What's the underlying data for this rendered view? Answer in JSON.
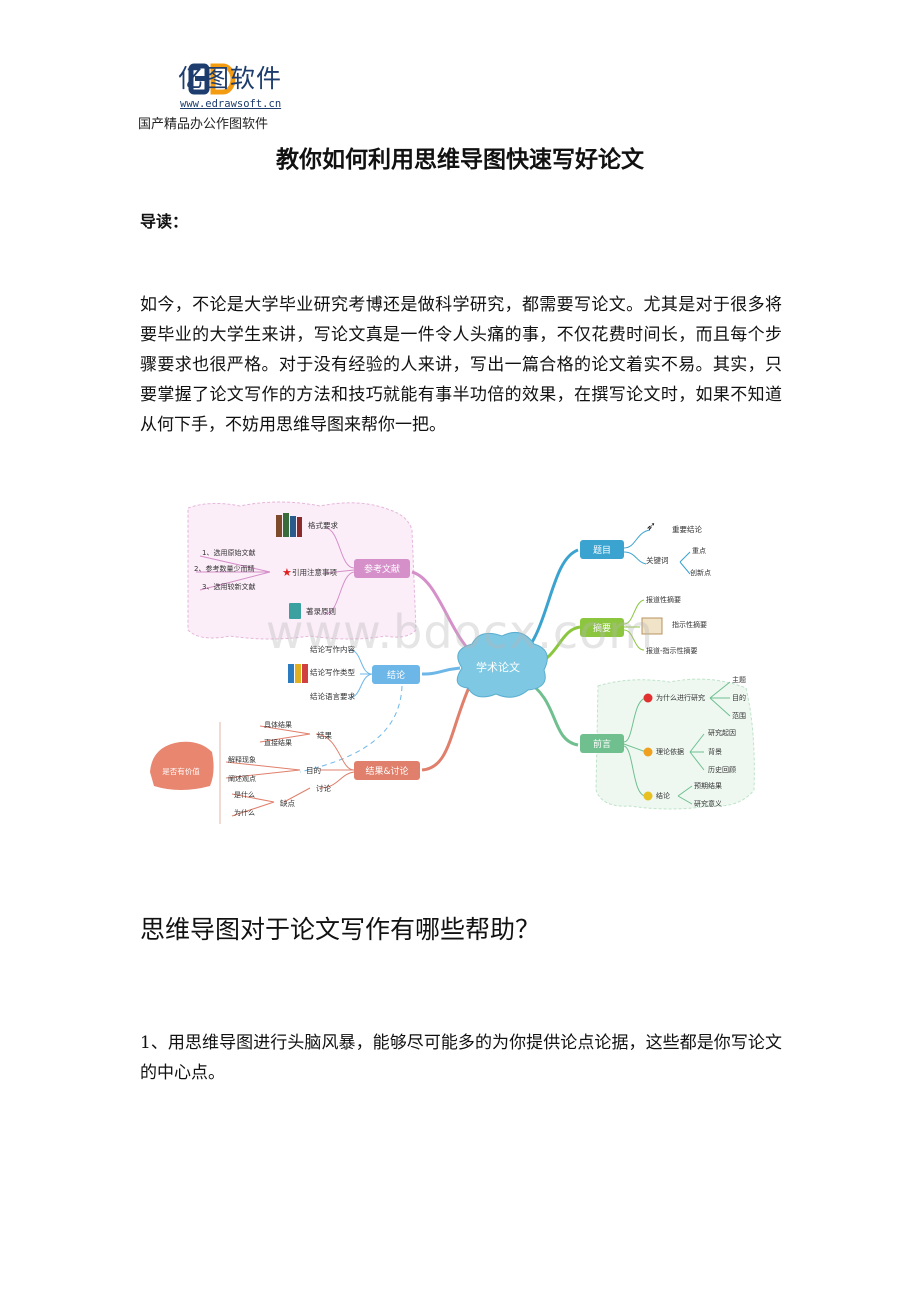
{
  "header": {
    "logo_mark": "ED",
    "brand": "亿图软件",
    "url": "www.edrawsoft.cn",
    "tagline": "国产精品办公作图软件"
  },
  "title": "教你如何利用思维导图快速写好论文",
  "intro_label": "导读：",
  "intro_paragraph": "如今，不论是大学毕业研究考博还是做科学研究，都需要写论文。尤其是对于很多将要毕业的大学生来讲，写论文真是一件令人头痛的事，不仅花费时间长，而且每个步骤要求也很严格。对于没有经验的人来讲，写出一篇合格的论文着实不易。其实，只要掌握了论文写作的方法和技巧就能有事半功倍的效果，在撰写论文时，如果不知道从何下手，不妨用思维导图来帮你一把。",
  "watermark": "www.bdocx.com",
  "mindmap": {
    "center": "学术论文",
    "ref": {
      "label": "参考文献",
      "format": "格式要求",
      "cite": "引用注意事项",
      "cite_items": [
        "1、选用原始文献",
        "2、参考数量少而精",
        "3、选用较新文献"
      ],
      "record": "著录原则"
    },
    "conclusion": {
      "label": "结论",
      "items": [
        "结论写作内容",
        "结论写作类型",
        "结论语言要求"
      ]
    },
    "results": {
      "label": "结果&讨论",
      "result": "结果",
      "result_items": [
        "具体结果",
        "直接结果"
      ],
      "purpose": "目的",
      "purpose_items": [
        "解释现象",
        "阐述观点"
      ],
      "discuss": "讨论",
      "defect": "缺点",
      "defect_items": [
        "是什么",
        "为什么"
      ],
      "value": "是否有价值"
    },
    "topic": {
      "label": "题目",
      "important": "重要结论",
      "keyword": "关键词",
      "keyword_items": [
        "重点",
        "创新点"
      ]
    },
    "abstract": {
      "label": "摘要",
      "items": [
        "报道性摘要",
        "指示性摘要",
        "报道-指示性摘要"
      ]
    },
    "preface": {
      "label": "前言",
      "why": "为什么进行研究",
      "why_items": [
        "主题",
        "目的",
        "范围"
      ],
      "theory": "理论依据",
      "theory_items": [
        "研究起因",
        "背景",
        "历史回顾"
      ],
      "conclude": "结论",
      "conclude_items": [
        "预期结果",
        "研究意义"
      ]
    },
    "colors": {
      "ref": "#d58fc9",
      "conclusion": "#6db7e8",
      "results": "#e07f6b",
      "topic": "#3ba3cf",
      "abstract": "#8cc63f",
      "preface": "#6fbf8f",
      "center": "#7ec8e3"
    }
  },
  "section_heading": "思维导图对于论文写作有哪些帮助？",
  "point1": "1、用思维导图进行头脑风暴，能够尽可能多的为你提供论点论据，这些都是你写论文的中心点。"
}
